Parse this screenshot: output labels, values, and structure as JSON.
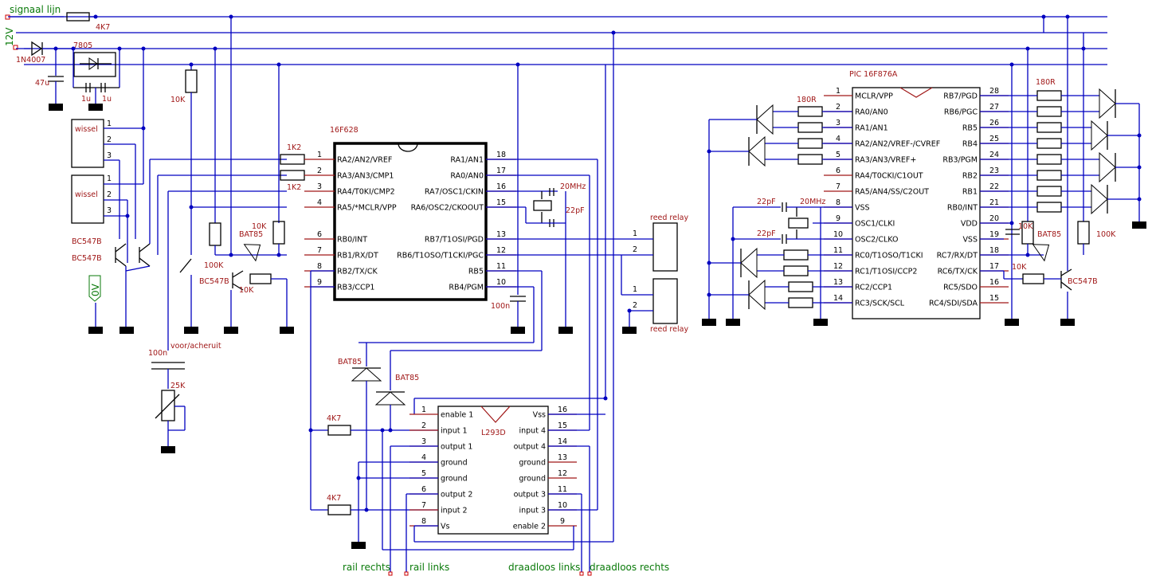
{
  "nets": {
    "signal_line": "signaal lijn",
    "supply_12v": "12V",
    "zero_volt": "0V"
  },
  "components": {
    "diode_in": "1N4007",
    "reg": "7805",
    "cap_47u": "47u",
    "cap_1u_a": "1u",
    "cap_1u_b": "1u",
    "res_4k7_top": "4K7",
    "res_10k_left": "10K",
    "res_1k2_a": "1K2",
    "res_1k2_b": "1K2",
    "res_10k_b": "10K",
    "res_100k_left": "100K",
    "bat85_a": "BAT85",
    "res_10k_c": "10K",
    "q_bc547_a": "BC547B",
    "q_bc547_b": "BC547B",
    "q_bc547_c": "BC547B",
    "wissel_a": "wissel",
    "wissel_b": "wissel",
    "cap_100n_bottom": "100n",
    "voor_acheruit": "voor/acheruit",
    "pot_25k": "25K",
    "ic_16f628": "16F628",
    "xtal_left": "20MHz",
    "cap_22pf_left": "22pF",
    "cap_100n_mid": "100n",
    "reed_relay_top": "reed relay",
    "reed_relay_bottom": "reed relay",
    "bat85_b": "BAT85",
    "bat85_c": "BAT85",
    "res_4k7_a": "4K7",
    "res_4k7_b": "4K7",
    "ic_l293d": "L293D",
    "ic_pic": "PIC 16F876A",
    "res_180r_a": "180R",
    "res_180r_b": "180R",
    "xtal_right": "20MHz",
    "cap_22pf_a": "22pF",
    "cap_22pf_b": "22pF",
    "res_10k_r1": "10K",
    "res_10k_r2": "10K",
    "bat85_d": "BAT85",
    "res_100k_right": "100K",
    "q_bc547_d": "BC547B"
  },
  "pic16f628": {
    "left_pins": [
      {
        "num": "1",
        "name": "RA2/AN2/VREF"
      },
      {
        "num": "2",
        "name": "RA3/AN3/CMP1"
      },
      {
        "num": "3",
        "name": "RA4/T0KI/CMP2"
      },
      {
        "num": "4",
        "name": "RA5/*MCLR/VPP"
      },
      {
        "num": "6",
        "name": "RB0/INT"
      },
      {
        "num": "7",
        "name": "RB1/RX/DT"
      },
      {
        "num": "8",
        "name": "RB2/TX/CK"
      },
      {
        "num": "9",
        "name": "RB3/CCP1"
      }
    ],
    "right_pins": [
      {
        "num": "18",
        "name": "RA1/AN1"
      },
      {
        "num": "17",
        "name": "RA0/AN0"
      },
      {
        "num": "16",
        "name": "RA7/OSC1/CKIN"
      },
      {
        "num": "15",
        "name": "RA6/OSC2/CKOOUT"
      },
      {
        "num": "13",
        "name": "RB7/T1OSI/PGD"
      },
      {
        "num": "12",
        "name": "RB6/T1OSO/T1CKI/PGC"
      },
      {
        "num": "11",
        "name": "RB5"
      },
      {
        "num": "10",
        "name": "RB4/PGM"
      }
    ]
  },
  "l293d": {
    "left_pins": [
      {
        "num": "1",
        "name": "enable 1"
      },
      {
        "num": "2",
        "name": "input 1"
      },
      {
        "num": "3",
        "name": "output 1"
      },
      {
        "num": "4",
        "name": "ground"
      },
      {
        "num": "5",
        "name": "ground"
      },
      {
        "num": "6",
        "name": "output 2"
      },
      {
        "num": "7",
        "name": "input 2"
      },
      {
        "num": "8",
        "name": "Vs"
      }
    ],
    "right_pins": [
      {
        "num": "16",
        "name": "Vss"
      },
      {
        "num": "15",
        "name": "input 4"
      },
      {
        "num": "14",
        "name": "output 4"
      },
      {
        "num": "13",
        "name": "ground"
      },
      {
        "num": "12",
        "name": "ground"
      },
      {
        "num": "11",
        "name": "output 3"
      },
      {
        "num": "10",
        "name": "input 3"
      },
      {
        "num": "9",
        "name": "enable 2"
      }
    ]
  },
  "pic16f876a": {
    "left_pins": [
      {
        "num": "1",
        "name": "MCLR/VPP"
      },
      {
        "num": "2",
        "name": "RA0/AN0"
      },
      {
        "num": "3",
        "name": "RA1/AN1"
      },
      {
        "num": "4",
        "name": "RA2/AN2/VREF-/CVREF"
      },
      {
        "num": "5",
        "name": "RA3/AN3/VREF+"
      },
      {
        "num": "6",
        "name": "RA4/T0CKI/C1OUT"
      },
      {
        "num": "7",
        "name": "RA5/AN4/SS/C2OUT"
      },
      {
        "num": "8",
        "name": "VSS"
      },
      {
        "num": "9",
        "name": "OSC1/CLKI"
      },
      {
        "num": "10",
        "name": "OSC2/CLKO"
      },
      {
        "num": "11",
        "name": "RC0/T1OSO/T1CKI"
      },
      {
        "num": "12",
        "name": "RC1/T1OSI/CCP2"
      },
      {
        "num": "13",
        "name": "RC2/CCP1"
      },
      {
        "num": "14",
        "name": "RC3/SCK/SCL"
      }
    ],
    "right_pins": [
      {
        "num": "28",
        "name": "RB7/PGD"
      },
      {
        "num": "27",
        "name": "RB6/PGC"
      },
      {
        "num": "26",
        "name": "RB5"
      },
      {
        "num": "25",
        "name": "RB4"
      },
      {
        "num": "24",
        "name": "RB3/PGM"
      },
      {
        "num": "23",
        "name": "RB2"
      },
      {
        "num": "22",
        "name": "RB1"
      },
      {
        "num": "21",
        "name": "RB0/INT"
      },
      {
        "num": "20",
        "name": "VDD"
      },
      {
        "num": "19",
        "name": "VSS"
      },
      {
        "num": "18",
        "name": "RC7/RX/DT"
      },
      {
        "num": "17",
        "name": "RC6/TX/CK"
      },
      {
        "num": "16",
        "name": "RC5/SDO"
      },
      {
        "num": "15",
        "name": "RC4/SDI/SDA"
      }
    ]
  },
  "switch_pins": {
    "w1": [
      "1",
      "2",
      "3"
    ],
    "w2": [
      "1",
      "2",
      "3"
    ],
    "relay_top": [
      "1",
      "2"
    ],
    "relay_bottom": [
      "1",
      "2"
    ]
  },
  "outputs": {
    "rail_right": "rail rechts",
    "rail_left": "rail links",
    "wireless_left": "draadloos links",
    "wireless_right": "draadloos rechts"
  }
}
